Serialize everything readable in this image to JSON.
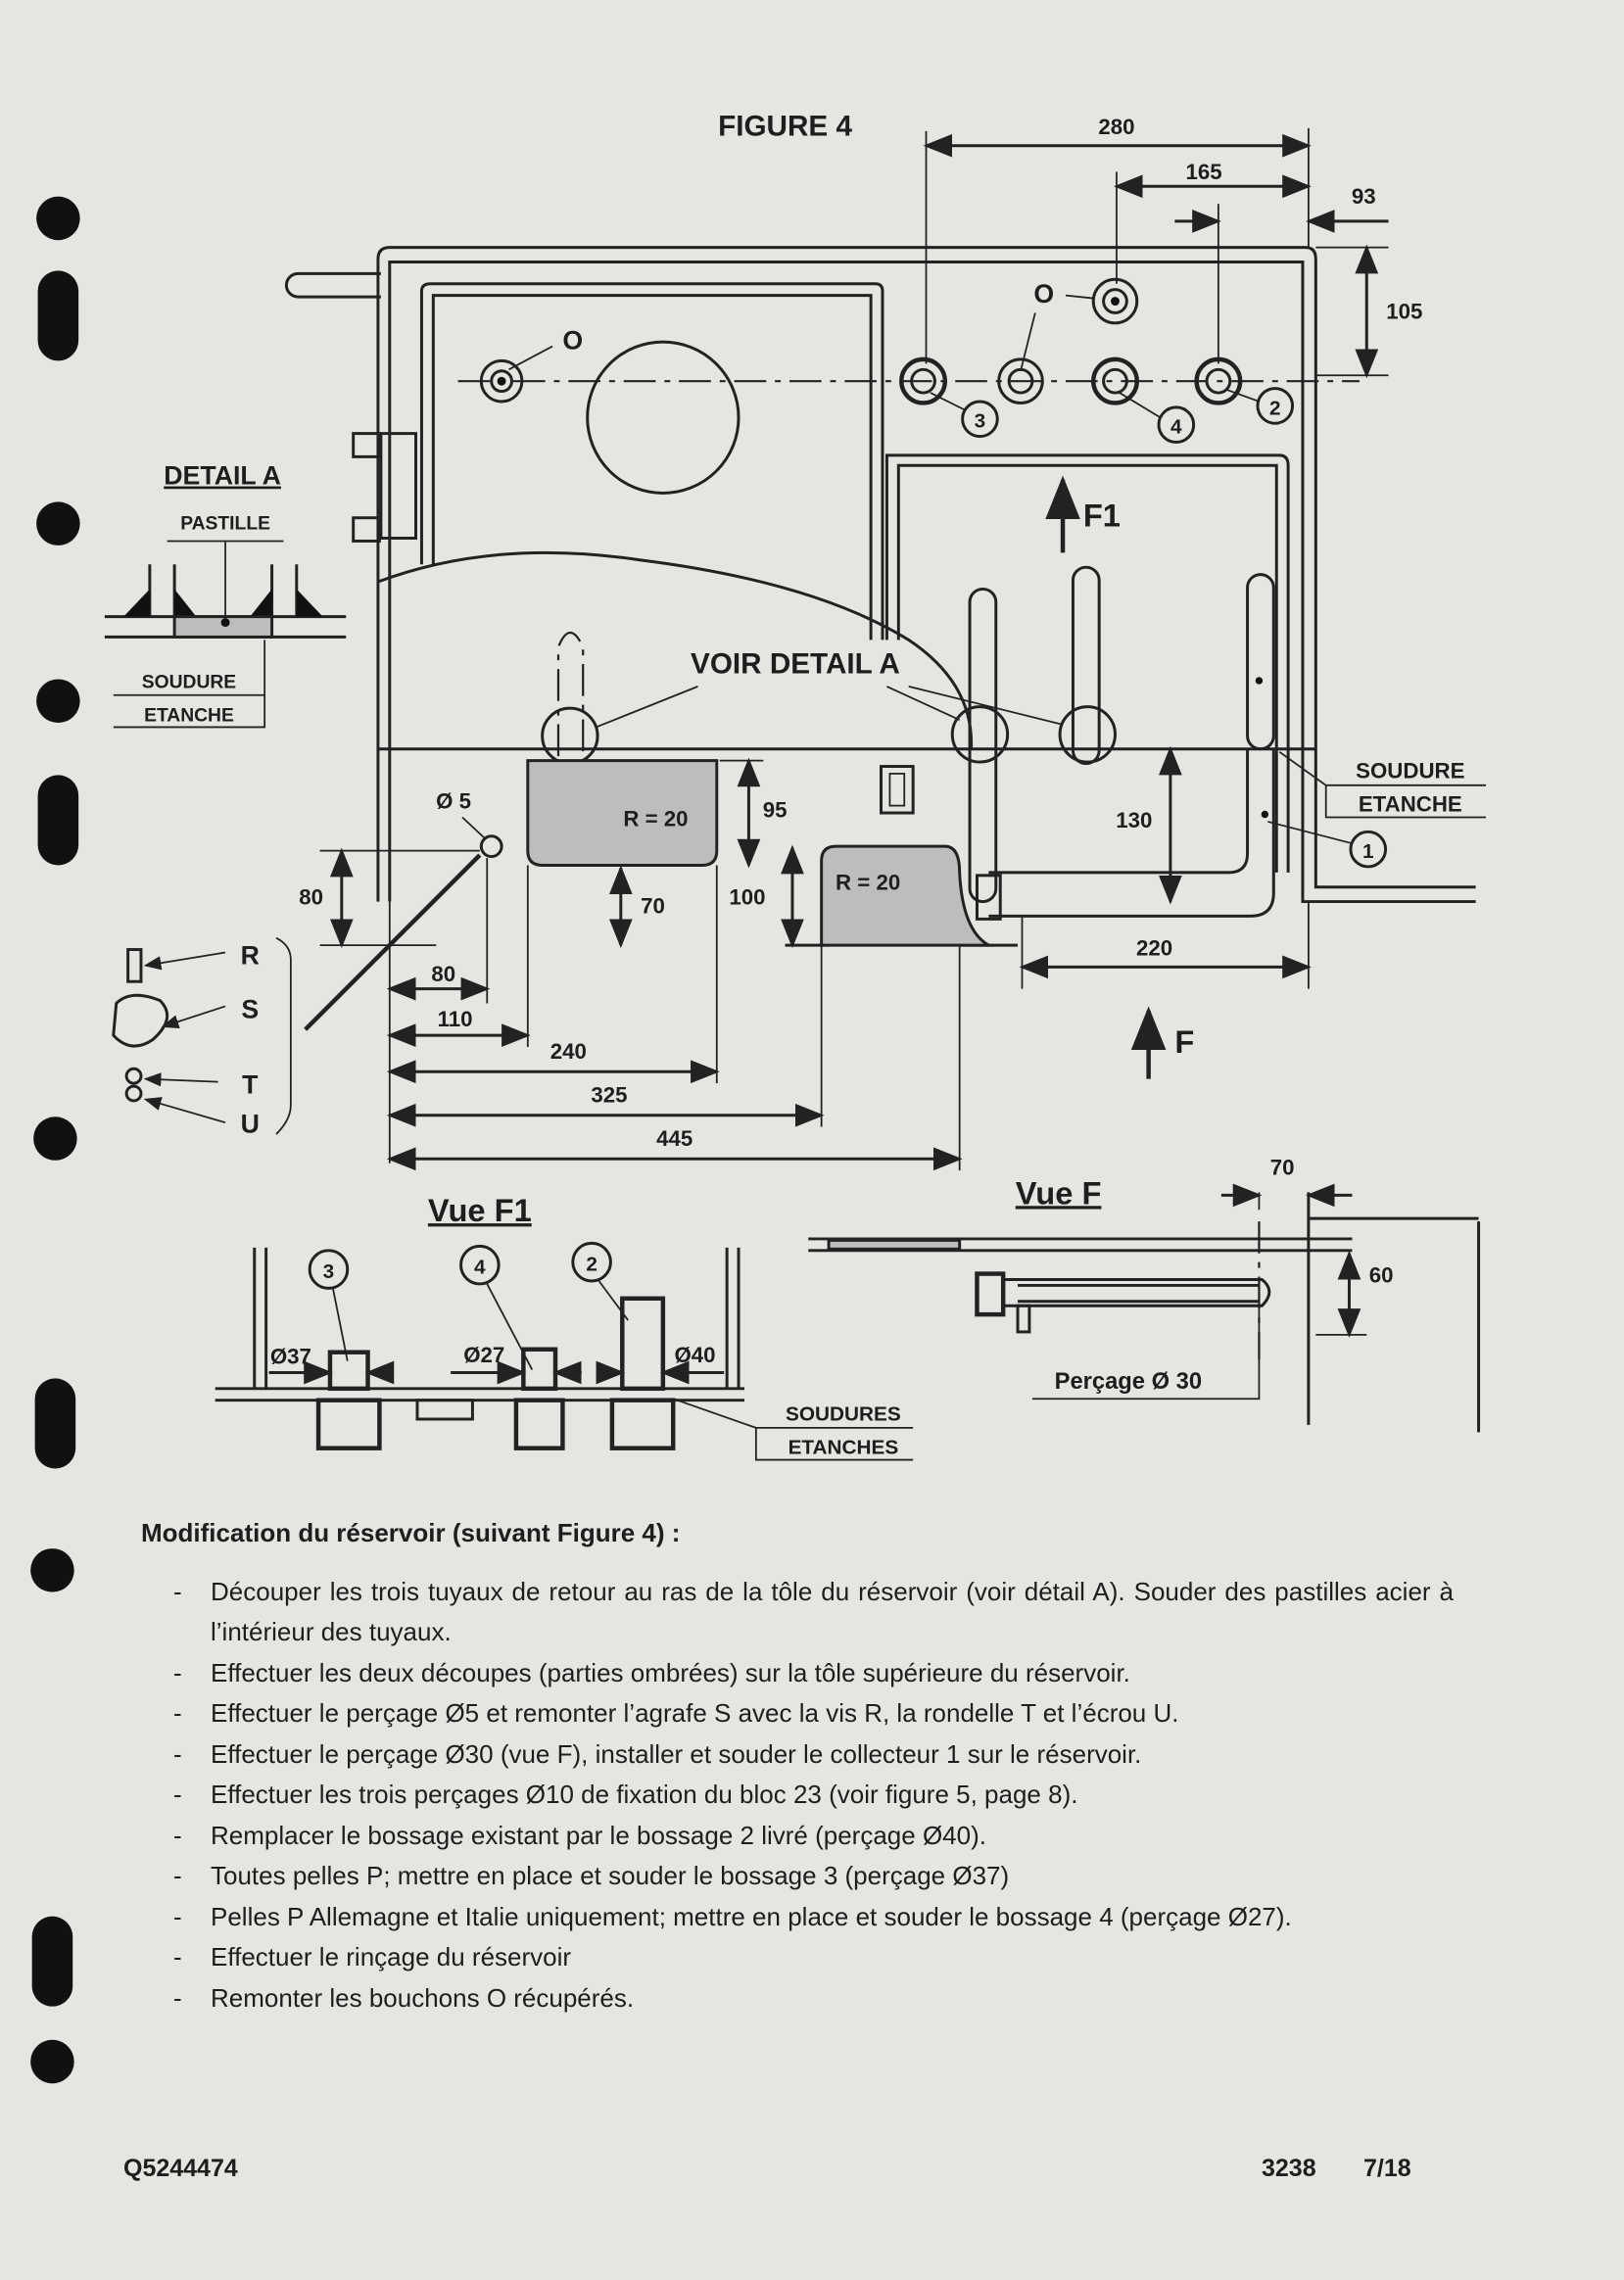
{
  "figure": {
    "title": "FIGURE 4",
    "dims_top": {
      "d280": "280",
      "d165": "165",
      "d93": "93",
      "d105": "105"
    },
    "plug_label": "O",
    "callouts": {
      "c1": "1",
      "c2": "2",
      "c3": "3",
      "c4": "4"
    },
    "arrow_f1": "F1",
    "arrow_f": "F",
    "voir_detail": "VOIR DETAIL A",
    "soudure": "SOUDURE",
    "etanche": "ETANCHE",
    "hole_d5": "Ø 5",
    "radius": "R = 20",
    "dims_bottom": {
      "d95": "95",
      "d130": "130",
      "d80v": "80",
      "d70": "70",
      "d100": "100",
      "d220": "220",
      "d80h": "80",
      "d110": "110",
      "d240": "240",
      "d325": "325",
      "d445": "445"
    },
    "parts": {
      "r": "R",
      "s": "S",
      "t": "T",
      "u": "U"
    },
    "detail_a": {
      "title": "DETAIL A",
      "pastille": "PASTILLE",
      "soudure": "SOUDURE",
      "etanche": "ETANCHE"
    },
    "vue_f1": {
      "title": "Vue F1",
      "d37": "Ø37",
      "d27": "Ø27",
      "d40": "Ø40",
      "soudures": "SOUDURES",
      "etanches": "ETANCHES"
    },
    "vue_f": {
      "title": "Vue F",
      "d70": "70",
      "d60": "60",
      "percage": "Perçage Ø 30"
    }
  },
  "instructions": {
    "heading": "Modification du réservoir (suivant Figure 4) :",
    "dash": "-",
    "items": [
      "Découper les trois tuyaux de retour au ras de la tôle du réservoir (voir détail A). Souder des pastilles acier à l’intérieur des tuyaux.",
      "Effectuer les deux découpes (parties ombrées) sur la tôle supérieure du réservoir.",
      "Effectuer le perçage Ø5 et remonter l’agrafe S avec la vis R, la rondelle T et l’écrou U.",
      "Effectuer le perçage Ø30 (vue F), installer et souder le collecteur 1 sur le réservoir.",
      "Effectuer les trois perçages Ø10 de fixation du bloc 23 (voir figure 5, page 8).",
      "Remplacer le bossage existant par le bossage 2 livré (perçage Ø40).",
      "Toutes pelles P; mettre en place et souder le bossage 3 (perçage Ø37)",
      "Pelles P Allemagne et Italie uniquement; mettre en place et souder le bossage 4 (perçage Ø27).",
      "Effectuer le rinçage du réservoir",
      "Remonter les bouchons O récupérés."
    ]
  },
  "footer": {
    "doc_ref": "Q5244474",
    "code": "3238",
    "page": "7/18"
  }
}
